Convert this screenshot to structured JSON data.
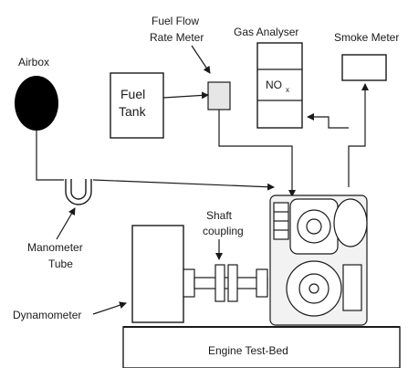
{
  "labels": {
    "airbox": "Airbox",
    "fuel_flow_meter_line1": "Fuel Flow",
    "fuel_flow_meter_line2": "Rate Meter",
    "gas_analyser": "Gas Analyser",
    "smoke_meter": "Smoke Meter",
    "fuel_tank_line1": "Fuel",
    "fuel_tank_line2": "Tank",
    "nox": "NO",
    "nox_sub": "x",
    "shaft_coupling_line1": "Shaft",
    "shaft_coupling_line2": "coupling",
    "manometer_line1": "Manometer",
    "manometer_line2": "Tube",
    "dynamometer": "Dynamometer",
    "test_bed": "Engine Test-Bed"
  },
  "colors": {
    "stroke": "#1a1a1a",
    "airbox_fill": "#000000",
    "meter_fill": "#e6e6e6",
    "engine_fill": "#f2f2f2"
  }
}
